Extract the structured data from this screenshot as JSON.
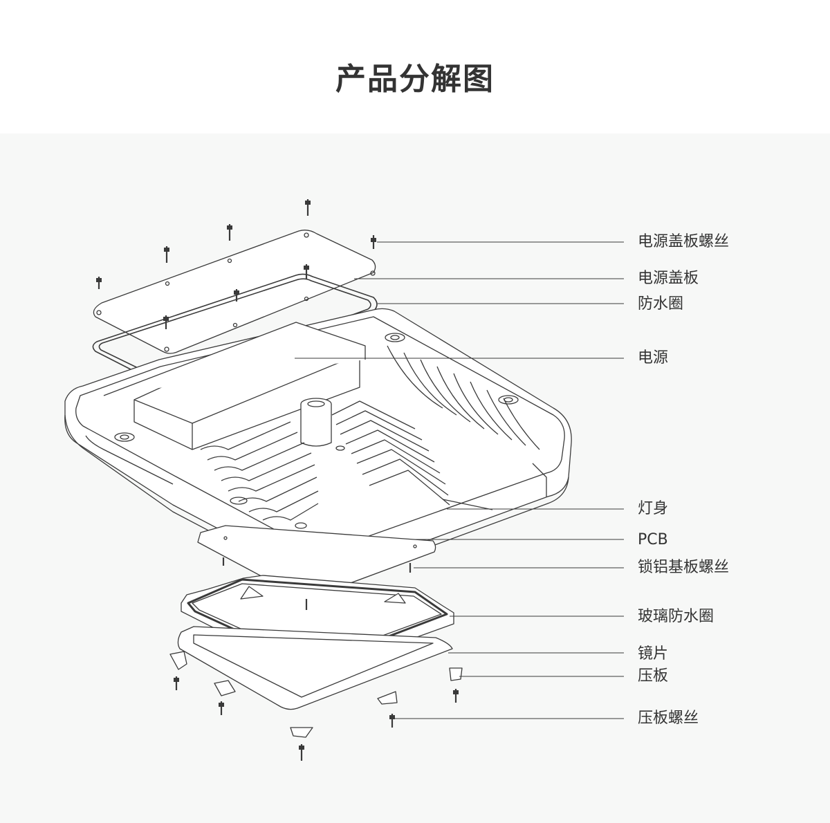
{
  "page": {
    "title": "产品分解图"
  },
  "labels": {
    "power_cover_screws": "电源盖板螺丝",
    "power_cover": "电源盖板",
    "waterproof_ring": "防水圈",
    "power_supply": "电源",
    "lamp_body": "灯身",
    "pcb": "PCB",
    "aluminum_board_screws": "锁铝基板螺丝",
    "glass_waterproof_ring": "玻璃防水圈",
    "lens": "镜片",
    "pressure_plate": "压板",
    "pressure_plate_screws": "压板螺丝"
  },
  "colors": {
    "background": "#ffffff",
    "panel": "#f7f8f7",
    "line": "#3a3a3a",
    "text": "#333333"
  }
}
